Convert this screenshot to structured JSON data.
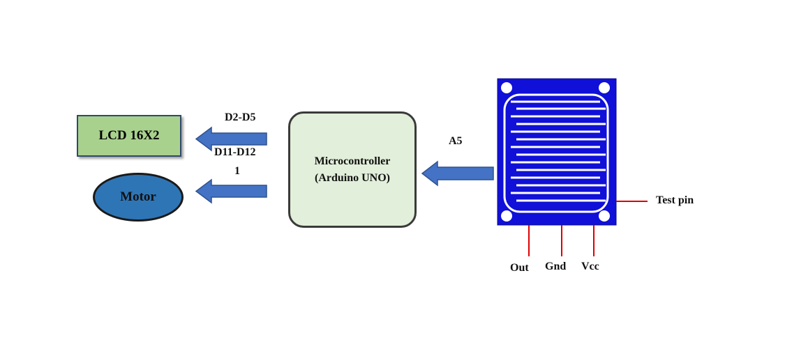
{
  "blocks": {
    "lcd": "LCD 16X2",
    "motor": "Motor",
    "microcontroller_line1": "Microcontroller",
    "microcontroller_line2": "(Arduino UNO)"
  },
  "connections": {
    "lcd_pins_top": "D2-D5",
    "lcd_pins_bottom": "D11-D12",
    "motor_pin": "1",
    "sensor_pin": "A5"
  },
  "sensor": {
    "test_pin": "Test pin",
    "pins": [
      "Out",
      "Gnd",
      "Vcc"
    ]
  },
  "colors": {
    "lcd_fill": "#a9d18e",
    "motor_fill": "#2e75b6",
    "mcu_fill": "#e2efda",
    "arrow_fill": "#4472c4",
    "sensor_board": "#1010d8",
    "pin_lines": "#e00000"
  }
}
